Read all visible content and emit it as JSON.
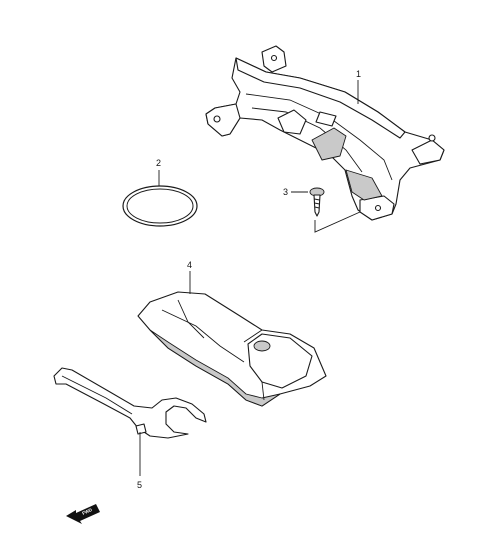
{
  "callouts": [
    {
      "id": "part-1",
      "label": "1"
    },
    {
      "id": "part-2",
      "label": "2"
    },
    {
      "id": "part-3",
      "label": "3"
    },
    {
      "id": "part-4",
      "label": "4"
    },
    {
      "id": "part-5",
      "label": "5"
    }
  ],
  "fwd_label": "FWD",
  "icons": {
    "bracket": "bracket-assembly-icon",
    "oring": "o-ring-icon",
    "screw": "screw-icon",
    "bag": "tool-bag-icon",
    "wrench": "spanner-wrench-icon",
    "fwd": "forward-arrow-icon"
  }
}
